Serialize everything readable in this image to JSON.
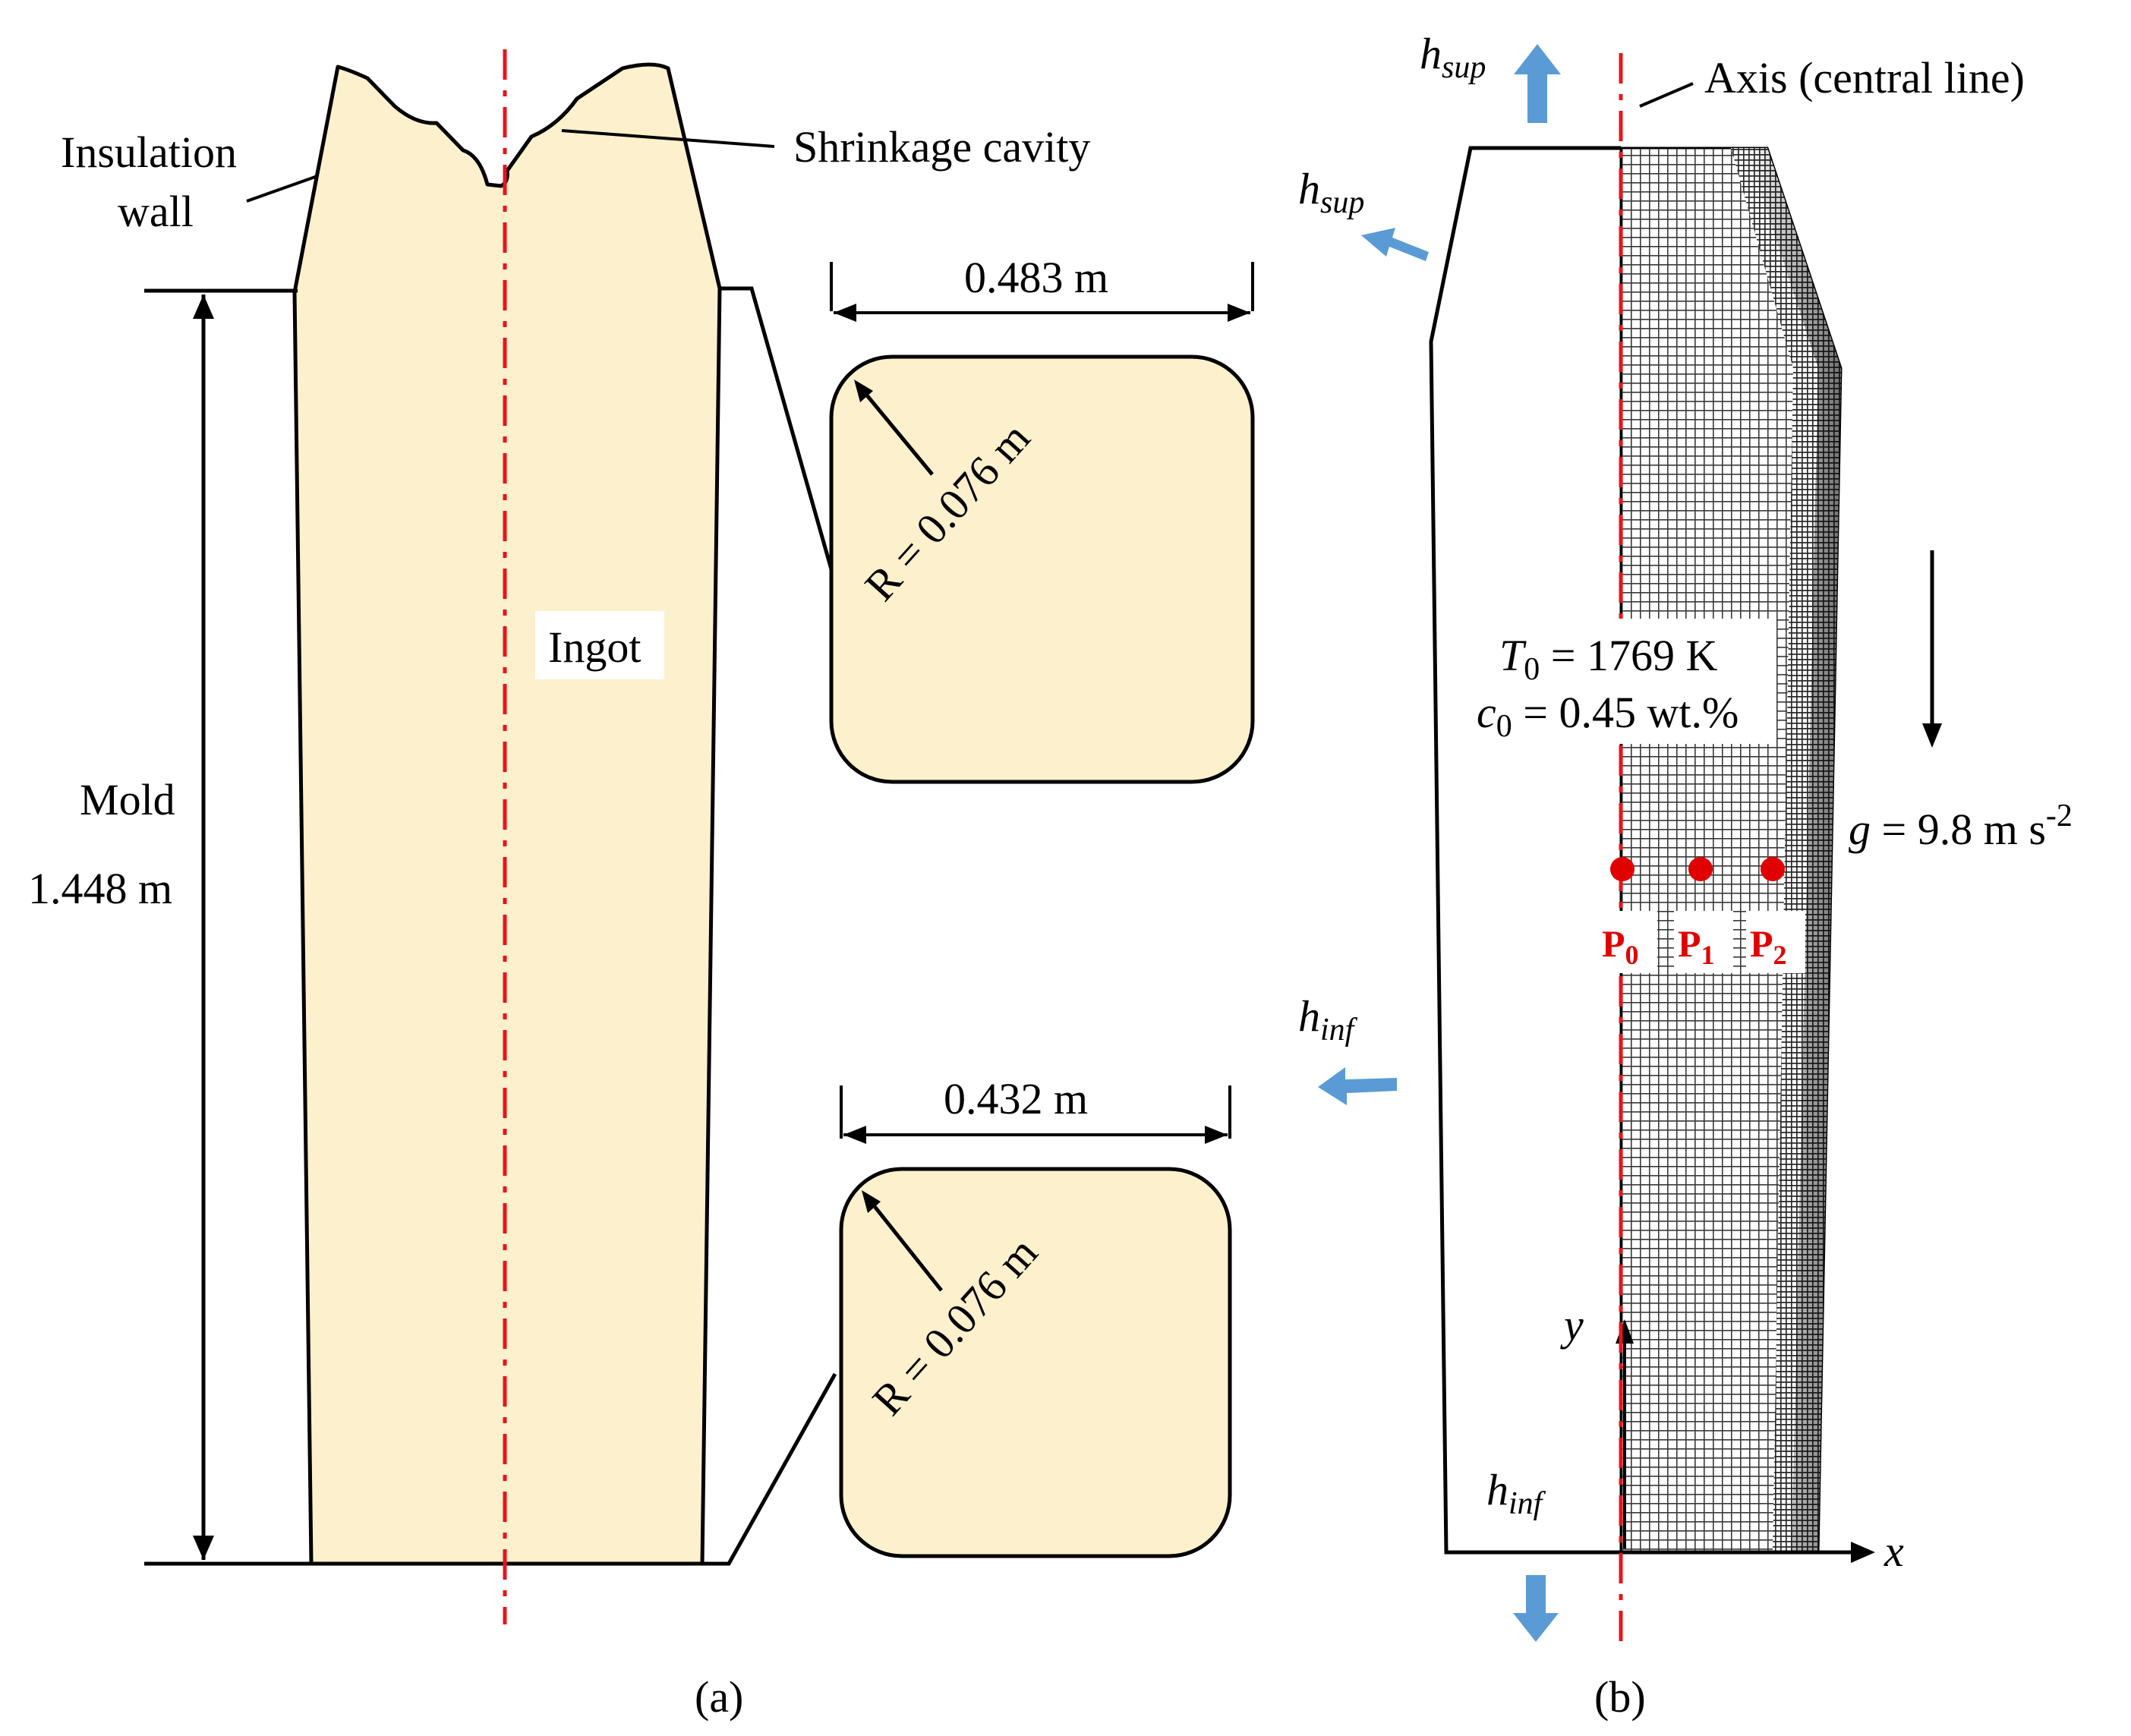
{
  "colors": {
    "ingot_fill": "#fdf0cc",
    "axis_red": "#e8141c",
    "arrow_blue": "#5b9bd5",
    "point_red": "#e00000",
    "mesh": "#3a3a3a"
  },
  "panel_a": {
    "insulation_wall_line1": "Insulation",
    "insulation_wall_line2": "wall",
    "shrinkage_cavity": "Shrinkage cavity",
    "ingot": "Ingot",
    "mold": "Mold",
    "height": "1.448 m",
    "top_width": "0.483 m",
    "top_radius": "R = 0.076 m",
    "bottom_width": "0.432 m",
    "bottom_radius": "R = 0.076 m",
    "caption": "(a)"
  },
  "panel_b": {
    "axis_label": "Axis (central line)",
    "h_sup_top": {
      "base": "h",
      "sub": "sup"
    },
    "h_sup_side": {
      "base": "h",
      "sub": "sup"
    },
    "h_inf_side": {
      "base": "h",
      "sub": "inf"
    },
    "h_inf_bottom": {
      "base": "h",
      "sub": "inf"
    },
    "t0": {
      "sym": "T",
      "sub": "0",
      "rest": " = 1769 K"
    },
    "c0": {
      "sym": "c",
      "sub": "0",
      "rest": " = 0.45 wt.%"
    },
    "gravity": {
      "sym": "g",
      "rest": " = 9.8 m s",
      "sup": "-2"
    },
    "x_axis": "x",
    "y_axis": "y",
    "points": [
      {
        "base": "P",
        "sub": "0"
      },
      {
        "base": "P",
        "sub": "1"
      },
      {
        "base": "P",
        "sub": "2"
      }
    ],
    "caption": "(b)"
  }
}
